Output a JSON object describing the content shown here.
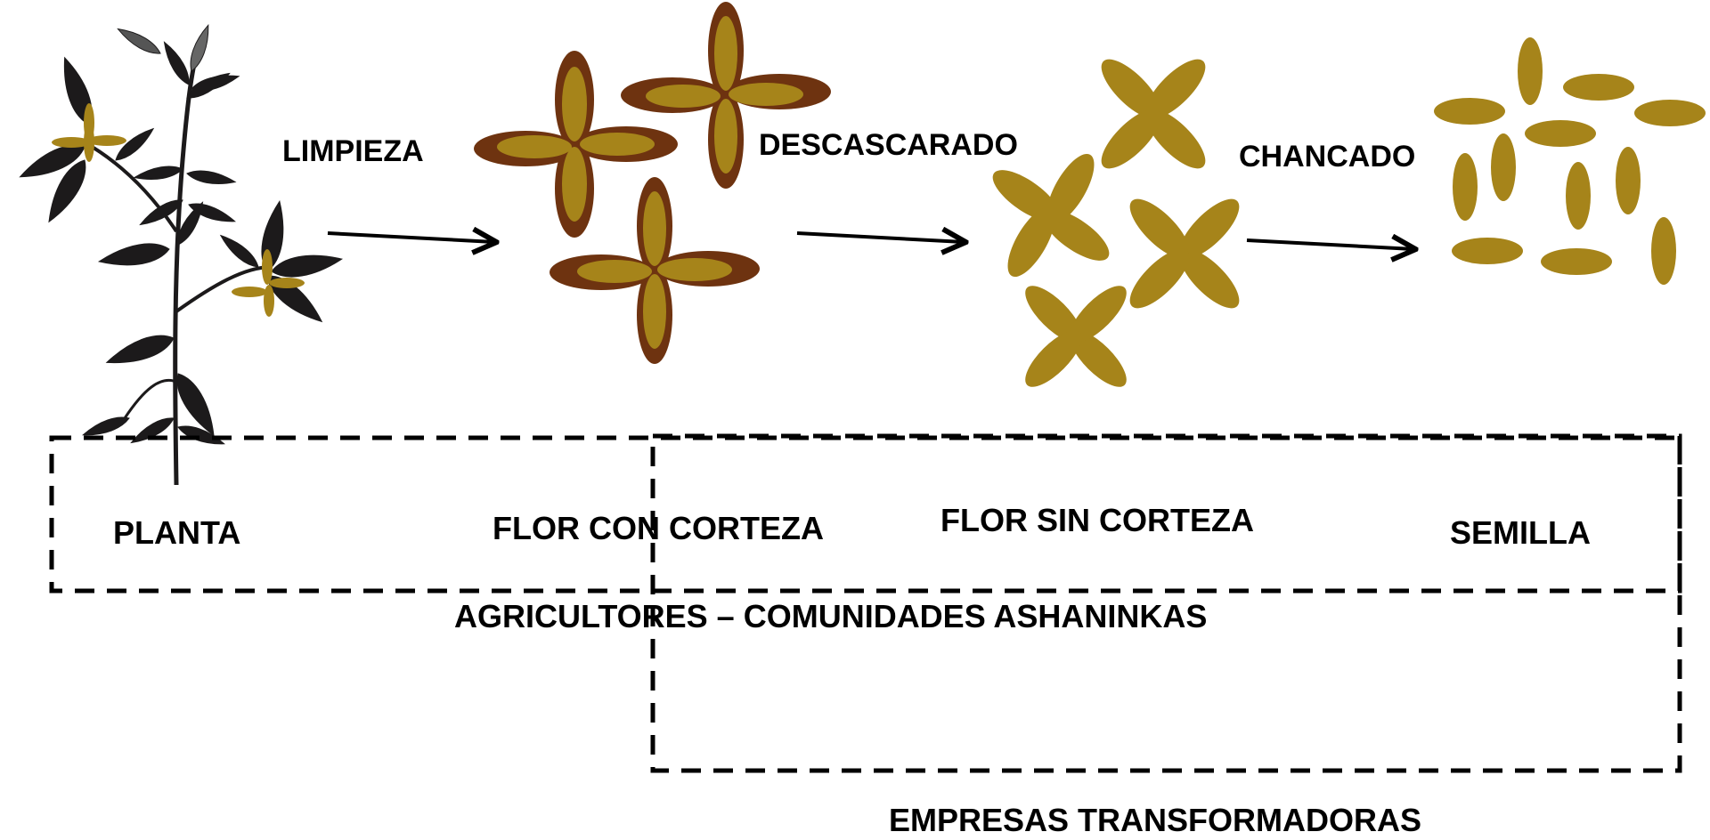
{
  "steps": {
    "step1": "LIMPIEZA",
    "step2": "DESCASCARADO",
    "step3": "CHANCADO"
  },
  "stages": {
    "planta": "PLANTA",
    "flor_con_corteza": "FLOR CON CORTEZA",
    "flor_sin_corteza": "FLOR SIN CORTEZA",
    "semilla": "SEMILLA"
  },
  "groups": {
    "agricultores": "AGRICULTORES – COMUNIDADES ASHANINKAS",
    "empresas": "EMPRESAS TRANSFORMADORAS"
  },
  "colors": {
    "gold": "#A6841A",
    "brown": "#6E3310",
    "leaf": "#1c1a1b"
  }
}
